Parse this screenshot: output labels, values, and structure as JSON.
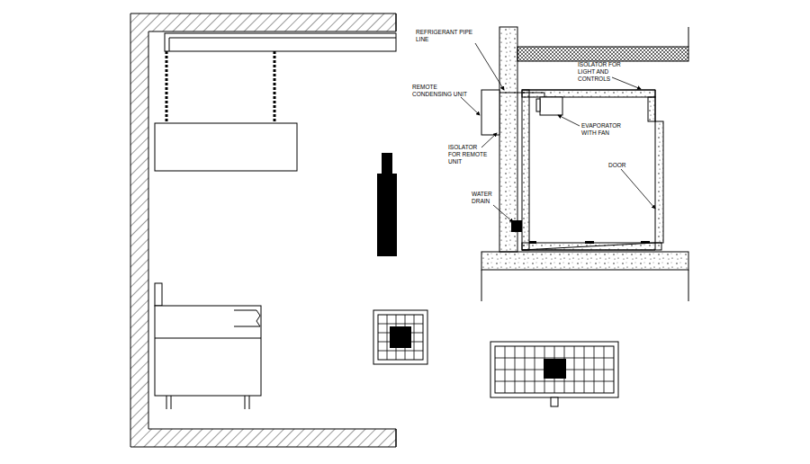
{
  "diagram": {
    "labels": [
      "REFRIGERANT PIPE LINE",
      "REMOTE CONDENSING UNIT",
      "ISOLATOR FOR REMOTE UNIT",
      "WATER DRAIN",
      "ISOLATOR FOR LIGHT AND CONTROLS",
      "EVAPORATOR WITH FAN",
      "DOOR"
    ]
  }
}
